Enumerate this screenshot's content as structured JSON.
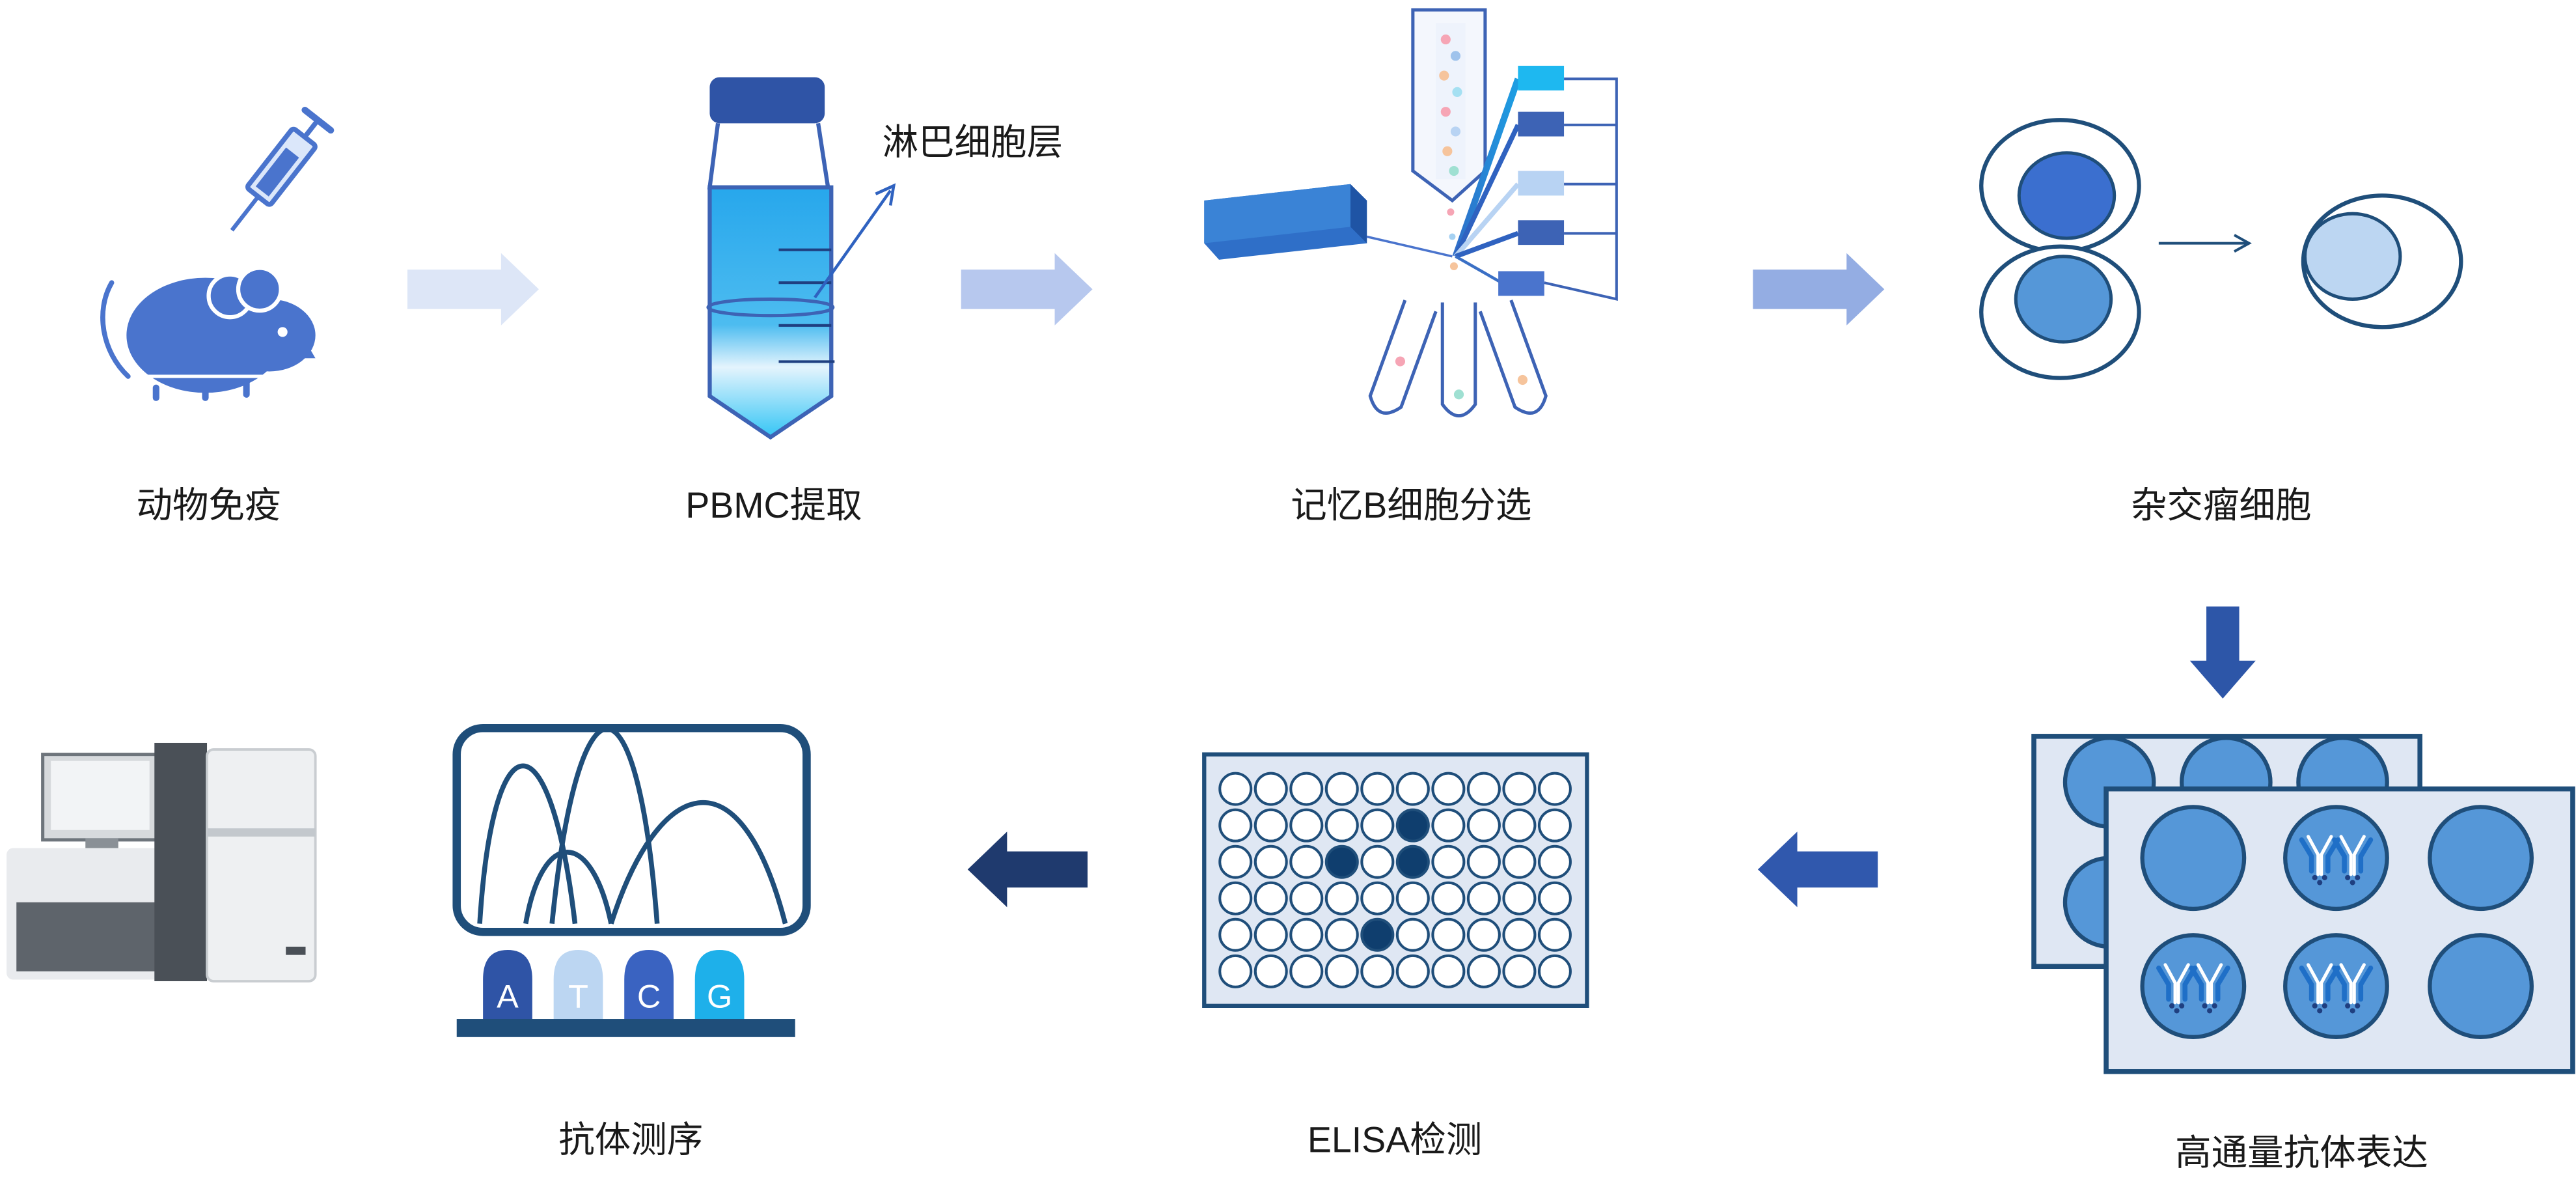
{
  "steps": [
    {
      "id": "immunization",
      "label": "动物免疫"
    },
    {
      "id": "pbmc",
      "label": "PBMC提取",
      "annotation": "淋巴细胞层"
    },
    {
      "id": "sorting",
      "label": "记忆B细胞分选"
    },
    {
      "id": "hybridoma",
      "label": "杂交瘤细胞"
    },
    {
      "id": "expression",
      "label": "高通量抗体表达"
    },
    {
      "id": "elisa",
      "label": "ELISA检测"
    },
    {
      "id": "sequencing",
      "label": "抗体测序",
      "bases": [
        "A",
        "T",
        "C",
        "G"
      ]
    },
    {
      "id": "sequencer",
      "label": ""
    }
  ],
  "colors": {
    "arrow_1": "#dde6f7",
    "arrow_2": "#b7c8ee",
    "arrow_3": "#94ade3",
    "arrow_down": "#2d56a8",
    "arrow_back_1": "#3058ad",
    "arrow_back_2": "#1f3a6e",
    "primary_blue": "#4a74cd",
    "dark_navy": "#1f4e7a",
    "well_fill": "#dfe7f3",
    "cyan": "#1eb8f0"
  }
}
